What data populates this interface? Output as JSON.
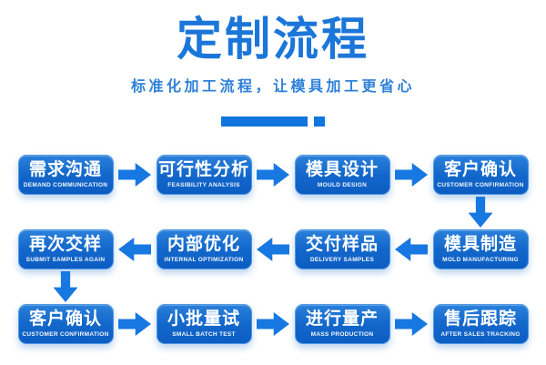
{
  "header": {
    "title": "定制流程",
    "subtitle": "标准化加工流程，让模具加工更省心"
  },
  "colors": {
    "title_text": "#1b76d9",
    "subtitle_text": "#2e80d9",
    "accent_bar": "#0f76dd",
    "box_gradient_top": "#2a80da",
    "box_gradient_bottom": "#0c5dc2",
    "box_border": "#4f97e3",
    "arrow": "#1778e2",
    "box_text": "#ffffff",
    "background": "#ffffff"
  },
  "icons": {
    "forward": "arrow-right-icon",
    "backward": "arrow-left-icon",
    "down": "arrow-down-icon",
    "underline": "underline-bar-icon"
  },
  "flow": {
    "steps": [
      {
        "zh": "需求沟通",
        "en": "DEMAND COMMUNICATION"
      },
      {
        "zh": "可行性分析",
        "en": "FEASIBILITY ANALYSIS"
      },
      {
        "zh": "模具设计",
        "en": "MOULD DESIGN"
      },
      {
        "zh": "客户确认",
        "en": "CUSTOMER CONFIRMATION"
      },
      {
        "zh": "模具制造",
        "en": "MOLD MANUFACTURING"
      },
      {
        "zh": "交付样品",
        "en": "DELIVERY SAMPLES"
      },
      {
        "zh": "内部优化",
        "en": "INTERNAL OPTIMIZATION"
      },
      {
        "zh": "再次交样",
        "en": "SUBMIT SAMPLES AGAIN"
      },
      {
        "zh": "客户确认",
        "en": "CUSTOMER CONFIRMATION"
      },
      {
        "zh": "小批量试",
        "en": "SMALL BATCH TEST"
      },
      {
        "zh": "进行量产",
        "en": "MASS PRODUCTION"
      },
      {
        "zh": "售后跟踪",
        "en": "AFTER SALES TRACKING"
      }
    ]
  }
}
